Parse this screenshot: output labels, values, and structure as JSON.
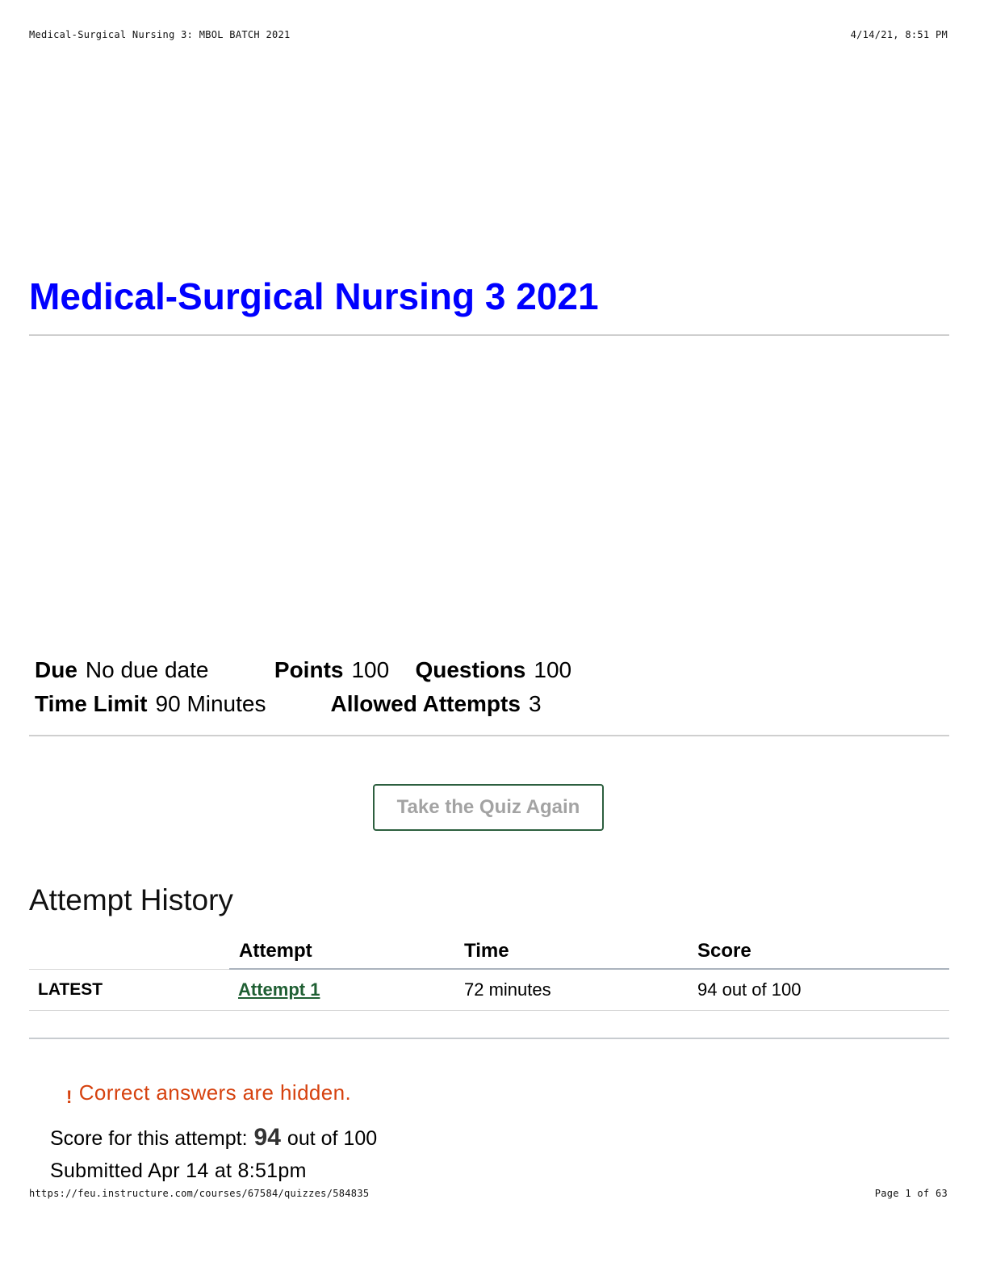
{
  "print_header": {
    "left": "Medical-Surgical Nursing 3: MBOL BATCH 2021",
    "right": "4/14/21, 8:51 PM"
  },
  "page_title": "Medical-Surgical Nursing 3 2021",
  "details": {
    "due_label": "Due",
    "due_value": "No due date",
    "points_label": "Points",
    "points_value": "100",
    "questions_label": "Questions",
    "questions_value": "100",
    "time_limit_label": "Time Limit",
    "time_limit_value": "90 Minutes",
    "allowed_attempts_label": "Allowed Attempts",
    "allowed_attempts_value": "3"
  },
  "take_quiz_button": "Take the Quiz Again",
  "attempt_history": {
    "heading": "Attempt History",
    "columns": [
      "",
      "Attempt",
      "Time",
      "Score"
    ],
    "rows": [
      {
        "status": "LATEST",
        "attempt": "Attempt 1",
        "time": "72 minutes",
        "score": "94 out of 100"
      }
    ]
  },
  "notice": {
    "icon": "exclamation-icon",
    "icon_glyph": "!",
    "text": "Correct answers are hidden.",
    "color": "#d6420f"
  },
  "score": {
    "prefix": "Score for this attempt:",
    "value": "94",
    "suffix": "out of 100"
  },
  "submitted": "Submitted Apr 14 at 8:51pm",
  "print_footer": {
    "url": "https://feu.instructure.com/courses/67584/quizzes/584835",
    "page": "Page 1 of 63"
  },
  "colors": {
    "title": "#0000ff",
    "button_border": "#2d5f3f",
    "button_text": "#a3a3a3",
    "link": "#1f5f33"
  }
}
